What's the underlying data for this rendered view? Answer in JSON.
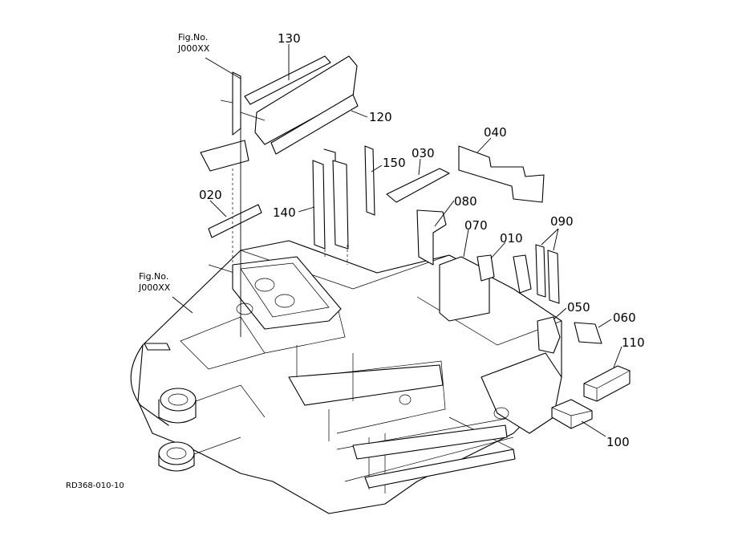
{
  "references": [
    {
      "line1": "Fig.No.",
      "line2": "J000XX"
    },
    {
      "line1": "Fig.No.",
      "line2": "J000XX"
    }
  ],
  "callouts": [
    "130",
    "120",
    "040",
    "030",
    "150",
    "020",
    "140",
    "080",
    "070",
    "010",
    "090",
    "050",
    "060",
    "110",
    "100"
  ],
  "drawing_code": "RD368-010-10"
}
